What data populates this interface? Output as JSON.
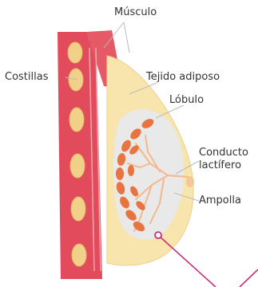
{
  "labels": {
    "musculo": "Músculo",
    "costillas": "Costillas",
    "tejido_adiposo": "Tejido adiposo",
    "lobulo": "Lóbulo",
    "conducto_line1": "Conducto",
    "conducto_line2": "lactífero",
    "ampolla": "Ampolla"
  },
  "colors": {
    "muscle": "#e24b5c",
    "muscle_light": "#ee8a93",
    "rib": "#f1d089",
    "fat": "#f8e4ad",
    "gland": "#e9e9e9",
    "lobule": "#e8743f",
    "duct": "#f3b88b",
    "pointer": "#c8307a",
    "leader": "#bbbbbb"
  }
}
